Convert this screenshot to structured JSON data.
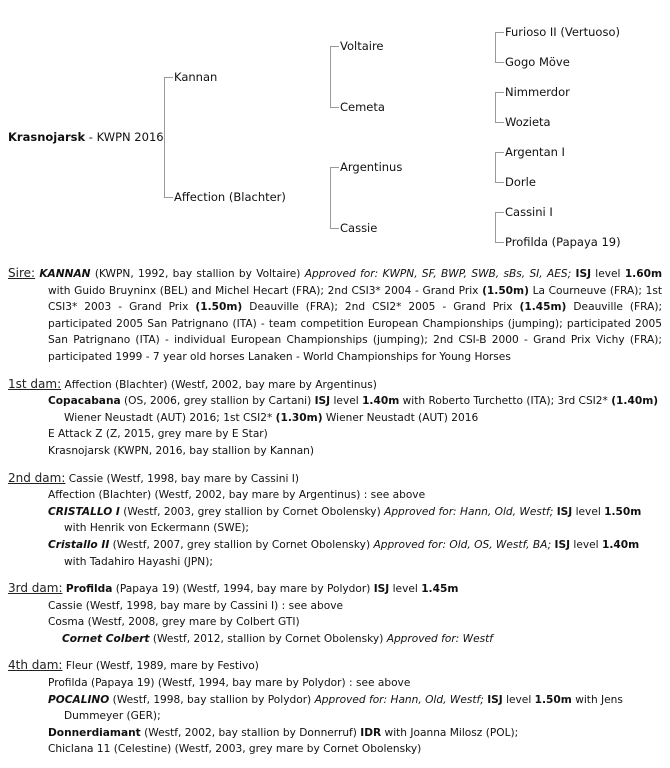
{
  "pedigree": {
    "root_name": "Krasnojarsk",
    "root_suffix": " - KWPN 2016",
    "gen1": [
      "Kannan",
      "Affection (Blachter)"
    ],
    "gen2": [
      "Voltaire",
      "Cemeta",
      "Argentinus",
      "Cassie"
    ],
    "gen3": [
      "Furioso II (Vertuoso)",
      "Gogo Möve",
      "Nimmerdor",
      "Wozieta",
      "Argentan I",
      "Dorle",
      "Cassini I",
      "Profilda (Papaya 19)"
    ]
  },
  "sections": [
    {
      "label": "Sire:",
      "type": "sire",
      "head": [
        {
          "t": "KANNAN",
          "s": "bi"
        },
        {
          "t": " (KWPN, 1992, bay stallion by Voltaire) ",
          "s": ""
        },
        {
          "t": "Approved for: KWPN, SF, BWP, SWB, sBs, SI, AES;",
          "s": "i"
        },
        {
          "t": " ",
          "s": ""
        },
        {
          "t": "ISJ",
          "s": "b"
        },
        {
          "t": " level ",
          "s": ""
        },
        {
          "t": "1.60m",
          "s": "b"
        },
        {
          "t": " with Guido Bruyninx (BEL) and Michel Hecart (FRA); 2nd CSI3* 2004 - Grand Prix ",
          "s": ""
        },
        {
          "t": "(1.50m)",
          "s": "b"
        },
        {
          "t": " La Courneuve (FRA); 1st CSI3* 2003 - Grand Prix ",
          "s": ""
        },
        {
          "t": "(1.50m)",
          "s": "b"
        },
        {
          "t": " Deauville (FRA); 2nd CSI2* 2005 - Grand Prix ",
          "s": ""
        },
        {
          "t": "(1.45m)",
          "s": "b"
        },
        {
          "t": " Deauville (FRA); participated 2005 San Patrignano (ITA) - team competition European Championships (jumping); participated 2005 San Patrignano (ITA) - individual European Championships (jumping); 2nd CSI-B 2000 - Grand Prix Vichy (FRA); participated 1999 - 7 year old horses Lanaken - World Championships for Young Horses",
          "s": ""
        }
      ],
      "items": []
    },
    {
      "label": "1st dam:",
      "type": "dam",
      "head": [
        {
          "t": "Affection (Blachter) (Westf, 2002, bay mare by Argentinus)",
          "s": ""
        }
      ],
      "items": [
        {
          "level": 1,
          "segs": [
            {
              "t": "Copacabana",
              "s": "b"
            },
            {
              "t": " (OS, 2006, grey stallion by Cartani) ",
              "s": ""
            },
            {
              "t": "ISJ",
              "s": "b"
            },
            {
              "t": " level ",
              "s": ""
            },
            {
              "t": "1.40m",
              "s": "b"
            },
            {
              "t": " with Roberto Turchetto (ITA); 3rd CSI2* ",
              "s": ""
            },
            {
              "t": "(1.40m)",
              "s": "b"
            },
            {
              "t": " Wiener Neustadt (AUT) 2016; 1st CSI2* ",
              "s": ""
            },
            {
              "t": "(1.30m)",
              "s": "b"
            },
            {
              "t": " Wiener Neustadt (AUT) 2016",
              "s": ""
            }
          ]
        },
        {
          "level": 1,
          "segs": [
            {
              "t": "E Attack Z (Z, 2015, grey mare by E Star)",
              "s": ""
            }
          ]
        },
        {
          "level": 1,
          "segs": [
            {
              "t": "Krasnojarsk (KWPN, 2016, bay stallion by Kannan)",
              "s": ""
            }
          ]
        }
      ]
    },
    {
      "label": "2nd dam:",
      "type": "dam",
      "head": [
        {
          "t": "Cassie (Westf, 1998, bay mare by Cassini I)",
          "s": ""
        }
      ],
      "items": [
        {
          "level": 1,
          "segs": [
            {
              "t": "Affection (Blachter) (Westf, 2002, bay mare by Argentinus) : see above",
              "s": ""
            }
          ]
        },
        {
          "level": 1,
          "segs": [
            {
              "t": "CRISTALLO I",
              "s": "bi"
            },
            {
              "t": " (Westf, 2003, grey stallion by Cornet Obolensky) ",
              "s": ""
            },
            {
              "t": "Approved for: Hann, Old, Westf;",
              "s": "i"
            },
            {
              "t": " ",
              "s": ""
            },
            {
              "t": "ISJ",
              "s": "b"
            },
            {
              "t": " level ",
              "s": ""
            },
            {
              "t": "1.50m",
              "s": "b"
            },
            {
              "t": " with Henrik von Eckermann (SWE);",
              "s": ""
            }
          ]
        },
        {
          "level": 1,
          "segs": [
            {
              "t": "Cristallo II",
              "s": "bi"
            },
            {
              "t": " (Westf, 2007, grey stallion by Cornet Obolensky) ",
              "s": ""
            },
            {
              "t": "Approved for: Old, OS, Westf, BA;",
              "s": "i"
            },
            {
              "t": " ",
              "s": ""
            },
            {
              "t": "ISJ",
              "s": "b"
            },
            {
              "t": " level ",
              "s": ""
            },
            {
              "t": "1.40m",
              "s": "b"
            },
            {
              "t": " with Tadahiro Hayashi (JPN);",
              "s": ""
            }
          ]
        }
      ]
    },
    {
      "label": "3rd dam:",
      "type": "dam",
      "head": [
        {
          "t": "Profilda",
          "s": "b"
        },
        {
          "t": " (Papaya 19) (Westf, 1994, bay mare by Polydor) ",
          "s": ""
        },
        {
          "t": "ISJ",
          "s": "b"
        },
        {
          "t": " level ",
          "s": ""
        },
        {
          "t": "1.45m",
          "s": "b"
        }
      ],
      "items": [
        {
          "level": 1,
          "segs": [
            {
              "t": "Cassie (Westf, 1998, bay mare by Cassini I) : see above",
              "s": ""
            }
          ]
        },
        {
          "level": 1,
          "segs": [
            {
              "t": "Cosma (Westf, 2008, grey mare by Colbert GTI)",
              "s": ""
            }
          ]
        },
        {
          "level": 2,
          "segs": [
            {
              "t": "Cornet Colbert",
              "s": "bi"
            },
            {
              "t": " (Westf, 2012, stallion by Cornet Obolensky) ",
              "s": ""
            },
            {
              "t": "Approved for: Westf",
              "s": "i"
            }
          ]
        }
      ]
    },
    {
      "label": "4th dam:",
      "type": "dam",
      "head": [
        {
          "t": "Fleur (Westf, 1989, mare by Festivo)",
          "s": ""
        }
      ],
      "items": [
        {
          "level": 1,
          "segs": [
            {
              "t": "Profilda (Papaya 19) (Westf, 1994, bay mare by Polydor) : see above",
              "s": ""
            }
          ]
        },
        {
          "level": 1,
          "segs": [
            {
              "t": "POCALINO",
              "s": "bi"
            },
            {
              "t": " (Westf, 1998, bay stallion by Polydor) ",
              "s": ""
            },
            {
              "t": "Approved for: Hann, Old, Westf;",
              "s": "i"
            },
            {
              "t": " ",
              "s": ""
            },
            {
              "t": "ISJ",
              "s": "b"
            },
            {
              "t": " level ",
              "s": ""
            },
            {
              "t": "1.50m",
              "s": "b"
            },
            {
              "t": " with Jens Dummeyer (GER);",
              "s": ""
            }
          ]
        },
        {
          "level": 1,
          "segs": [
            {
              "t": "Donnerdiamant",
              "s": "b"
            },
            {
              "t": " (Westf, 2002, bay stallion by Donnerruf) ",
              "s": ""
            },
            {
              "t": "IDR",
              "s": "b"
            },
            {
              "t": " with Joanna Milosz (POL);",
              "s": ""
            }
          ]
        },
        {
          "level": 1,
          "segs": [
            {
              "t": "Chiclana 11 (Celestine) (Westf, 2003, grey mare by Cornet Obolensky)",
              "s": ""
            }
          ]
        }
      ]
    }
  ]
}
